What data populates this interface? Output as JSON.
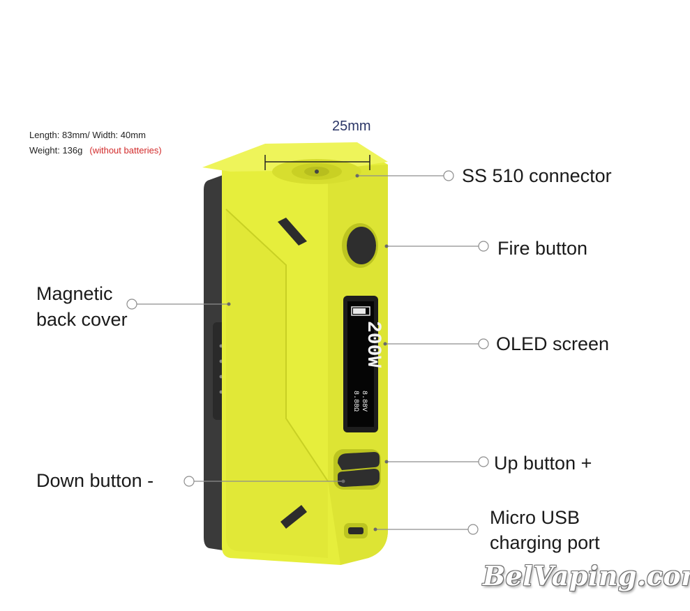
{
  "specs": {
    "size_line": "Length: 83mm/ Width: 40mm",
    "weight": "Weight: 136g",
    "weight_note": "(without batteries)"
  },
  "dimension_label": "25mm",
  "labels": {
    "ss510": "SS 510 connector",
    "fire": "Fire button",
    "oled": "OLED screen",
    "up": "Up button +",
    "usb_line1": "Micro USB",
    "usb_line2": "charging port",
    "magnetic_line1": "Magnetic",
    "magnetic_line2": "back cover",
    "down": "Down button -"
  },
  "screen": {
    "battery_text": "",
    "main_value": "200W",
    "line1": "8.88Ω",
    "line2": "8.88V"
  },
  "watermark": "BelVaping.com",
  "colors": {
    "body": "#e6ee3c",
    "body_shade": "#d2da2a",
    "body_dark": "#bcc420",
    "back_cover": "#3a3a3a",
    "accent_note": "#d22b2b"
  }
}
